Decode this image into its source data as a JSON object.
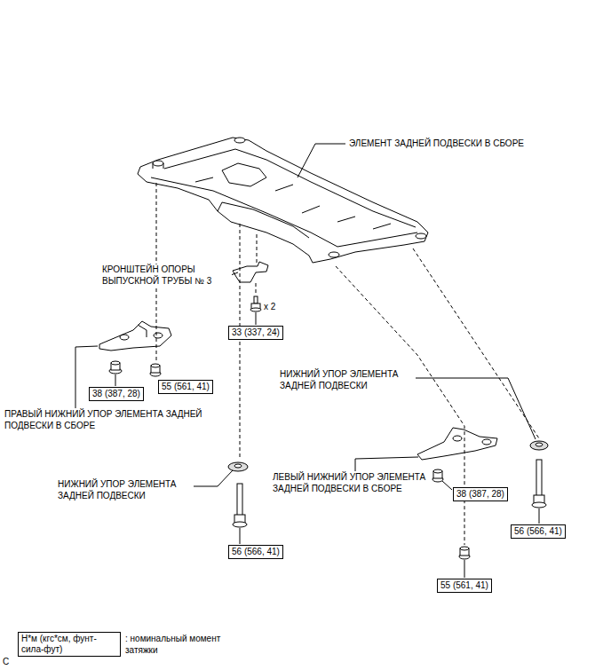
{
  "diagram": {
    "nodes": [
      {
        "text": [
          "33 (337, 24)"
        ]
      },
      {
        "text": [
          "55 (561, 41)"
        ]
      },
      {
        "text": [
          "38 (387, 28)"
        ]
      },
      {
        "text": [
          "38 (387, 28)"
        ]
      },
      {
        "text": [
          "56 (566, 41)"
        ]
      },
      {
        "text": [
          "56 (566, 41)"
        ]
      },
      {
        "text": [
          "55 (561, 41)"
        ]
      },
      {
        "text": [
          "Н*м (кгс*см, фунт-сила-фут)"
        ]
      }
    ],
    "labels": [
      "ЭЛЕМЕНТ ЗАДНЕЙ ПОДВЕСКИ В СБОРЕ",
      "КРОНШТЕЙН ОПОРЫ ВЫПУСКНОЙ ТРУБЫ № 3",
      "x 2",
      "НИЖНИЙ УПОР ЭЛЕМЕНТА ЗАДНЕЙ ПОДВЕСКИ",
      "ПРАВЫЙ НИЖНИЙ УПОР ЭЛЕМЕНТА ЗАДНЕЙ ПОДВЕСКИ В СБОРЕ",
      "ЛЕВЫЙ НИЖНИЙ УПОР ЭЛЕМЕНТА ЗАДНЕЙ ПОДВЕСКИ В СБОРЕ",
      "НИЖНИЙ УПОР ЭЛЕМЕНТА ЗАДНЕЙ ПОДВЕСКИ",
      "C"
    ],
    "legend": [
      {
        "text": ": номинальный момент затяжки"
      }
    ]
  }
}
